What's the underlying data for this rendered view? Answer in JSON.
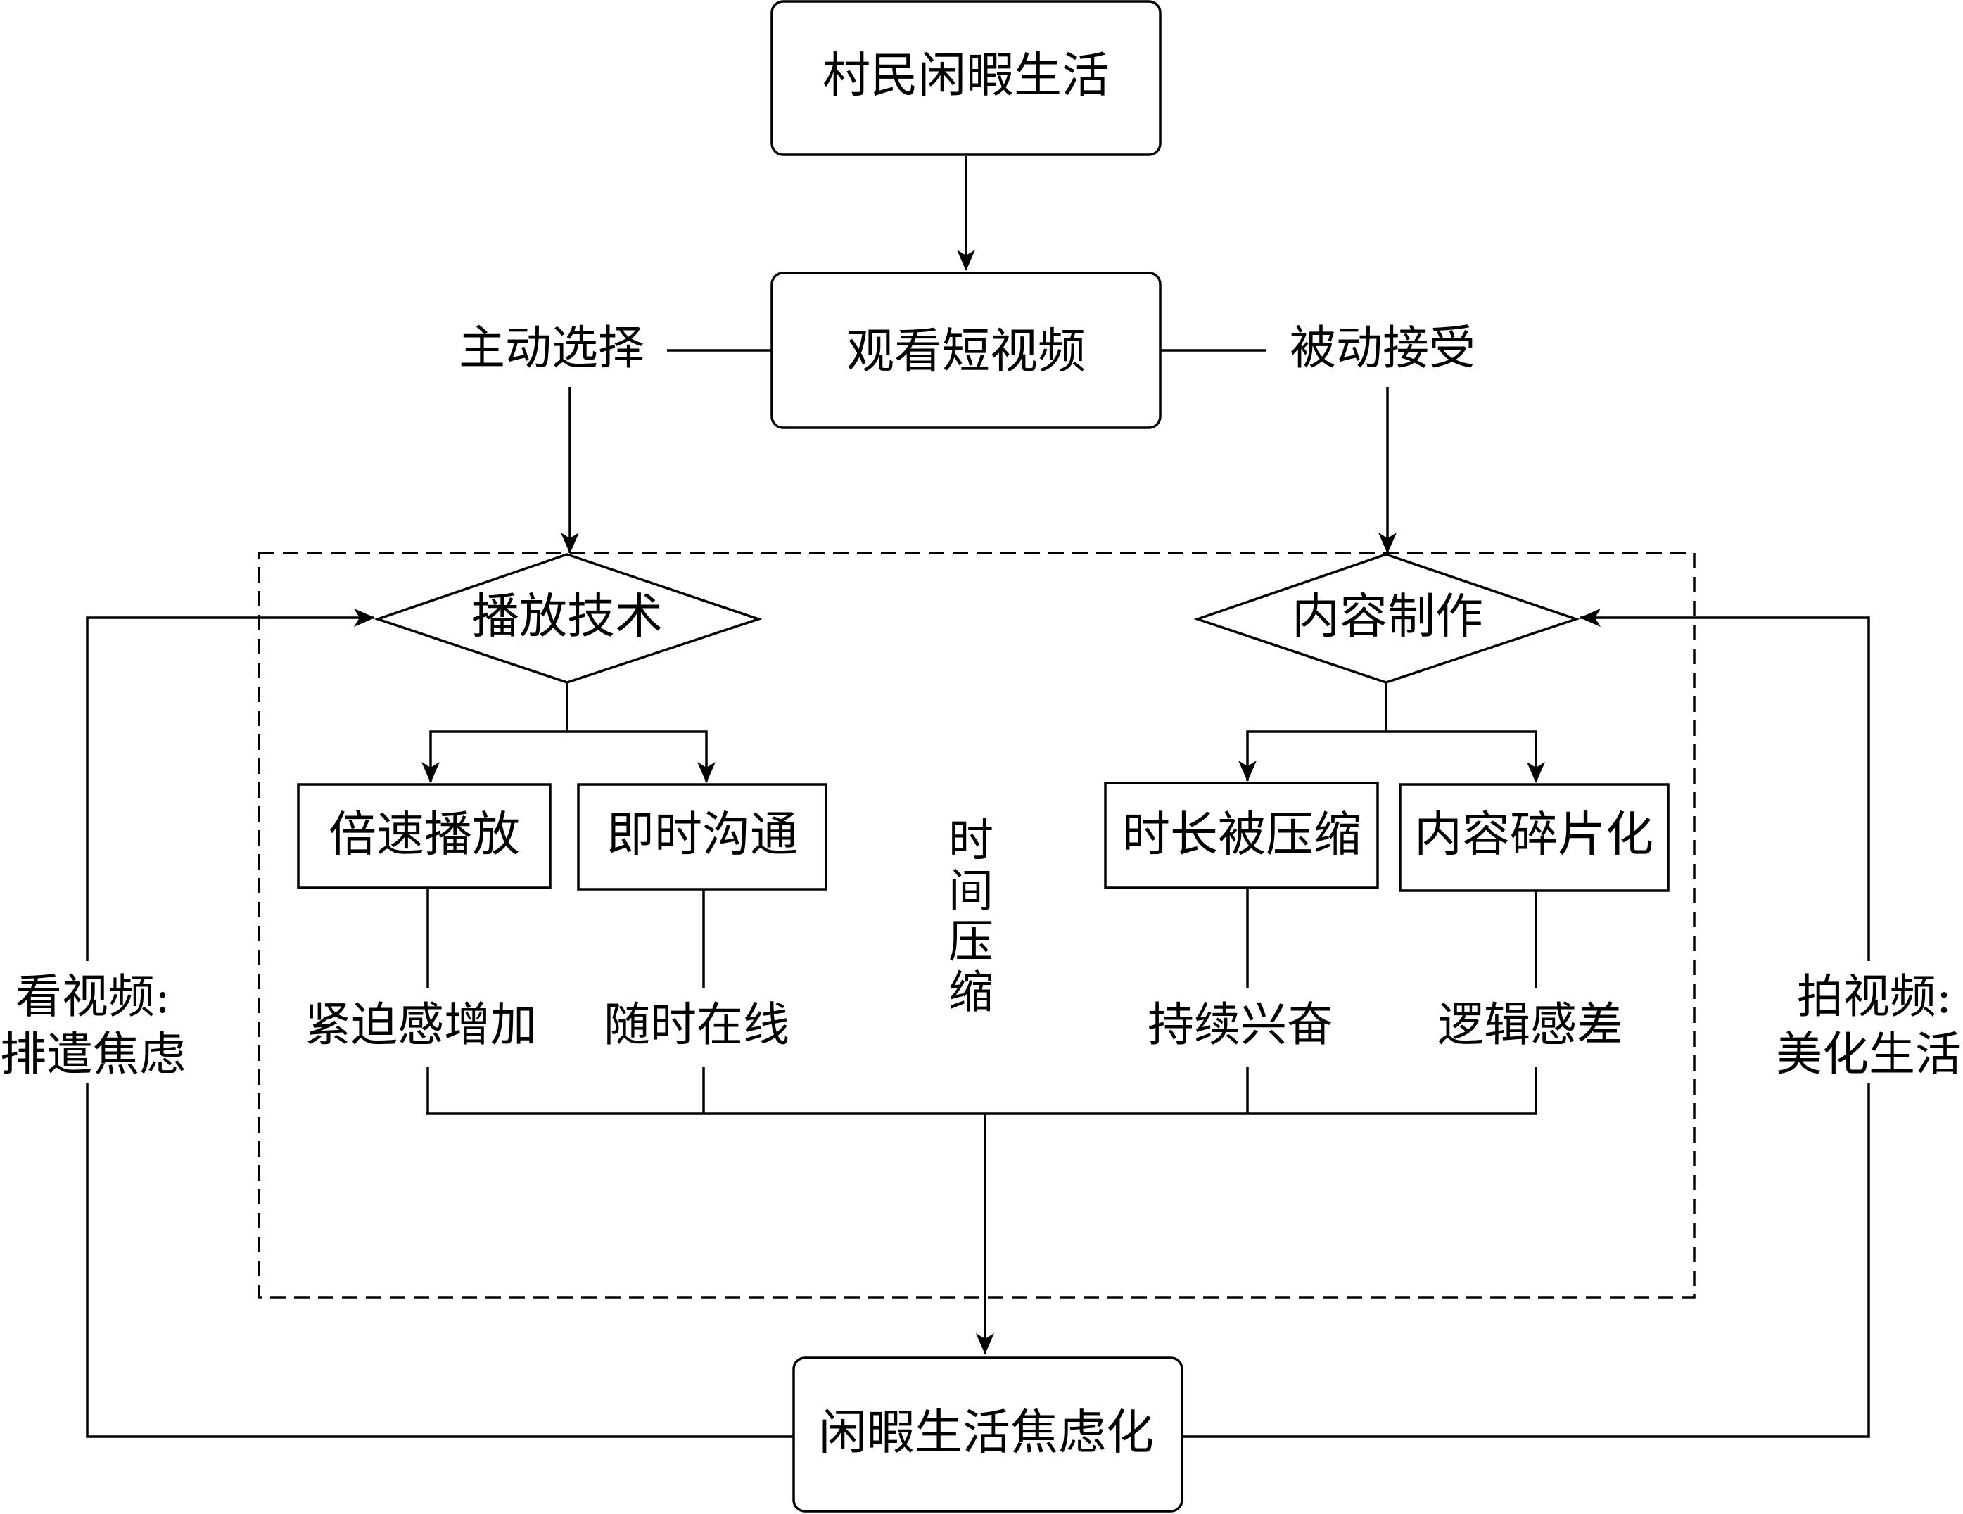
{
  "nodes": {
    "leisure_life": "村民闲暇生活",
    "watch_short_video": "观看短视频",
    "playback_tech": "播放技术",
    "content_production": "内容制作",
    "speed_playback": "倍速播放",
    "instant_communication": "即时沟通",
    "duration_compressed": "时长被压缩",
    "content_fragmented": "内容碎片化",
    "leisure_anxiety": "闲暇生活焦虑化"
  },
  "labels": {
    "active_choice": "主动选择",
    "passive_acceptance": "被动接受",
    "urgency_increase": "紧迫感增加",
    "always_online": "随时在线",
    "sustained_excitement": "持续兴奋",
    "poor_logic": "逻辑感差",
    "time_compression": [
      "时",
      "间",
      "压",
      "缩"
    ],
    "watch_video_line1": "看视频:",
    "watch_video_line2": "排遣焦虑",
    "shoot_video_line1": "拍视频:",
    "shoot_video_line2": "美化生活"
  },
  "colors": {
    "stroke": "#000000",
    "background": "#ffffff"
  }
}
